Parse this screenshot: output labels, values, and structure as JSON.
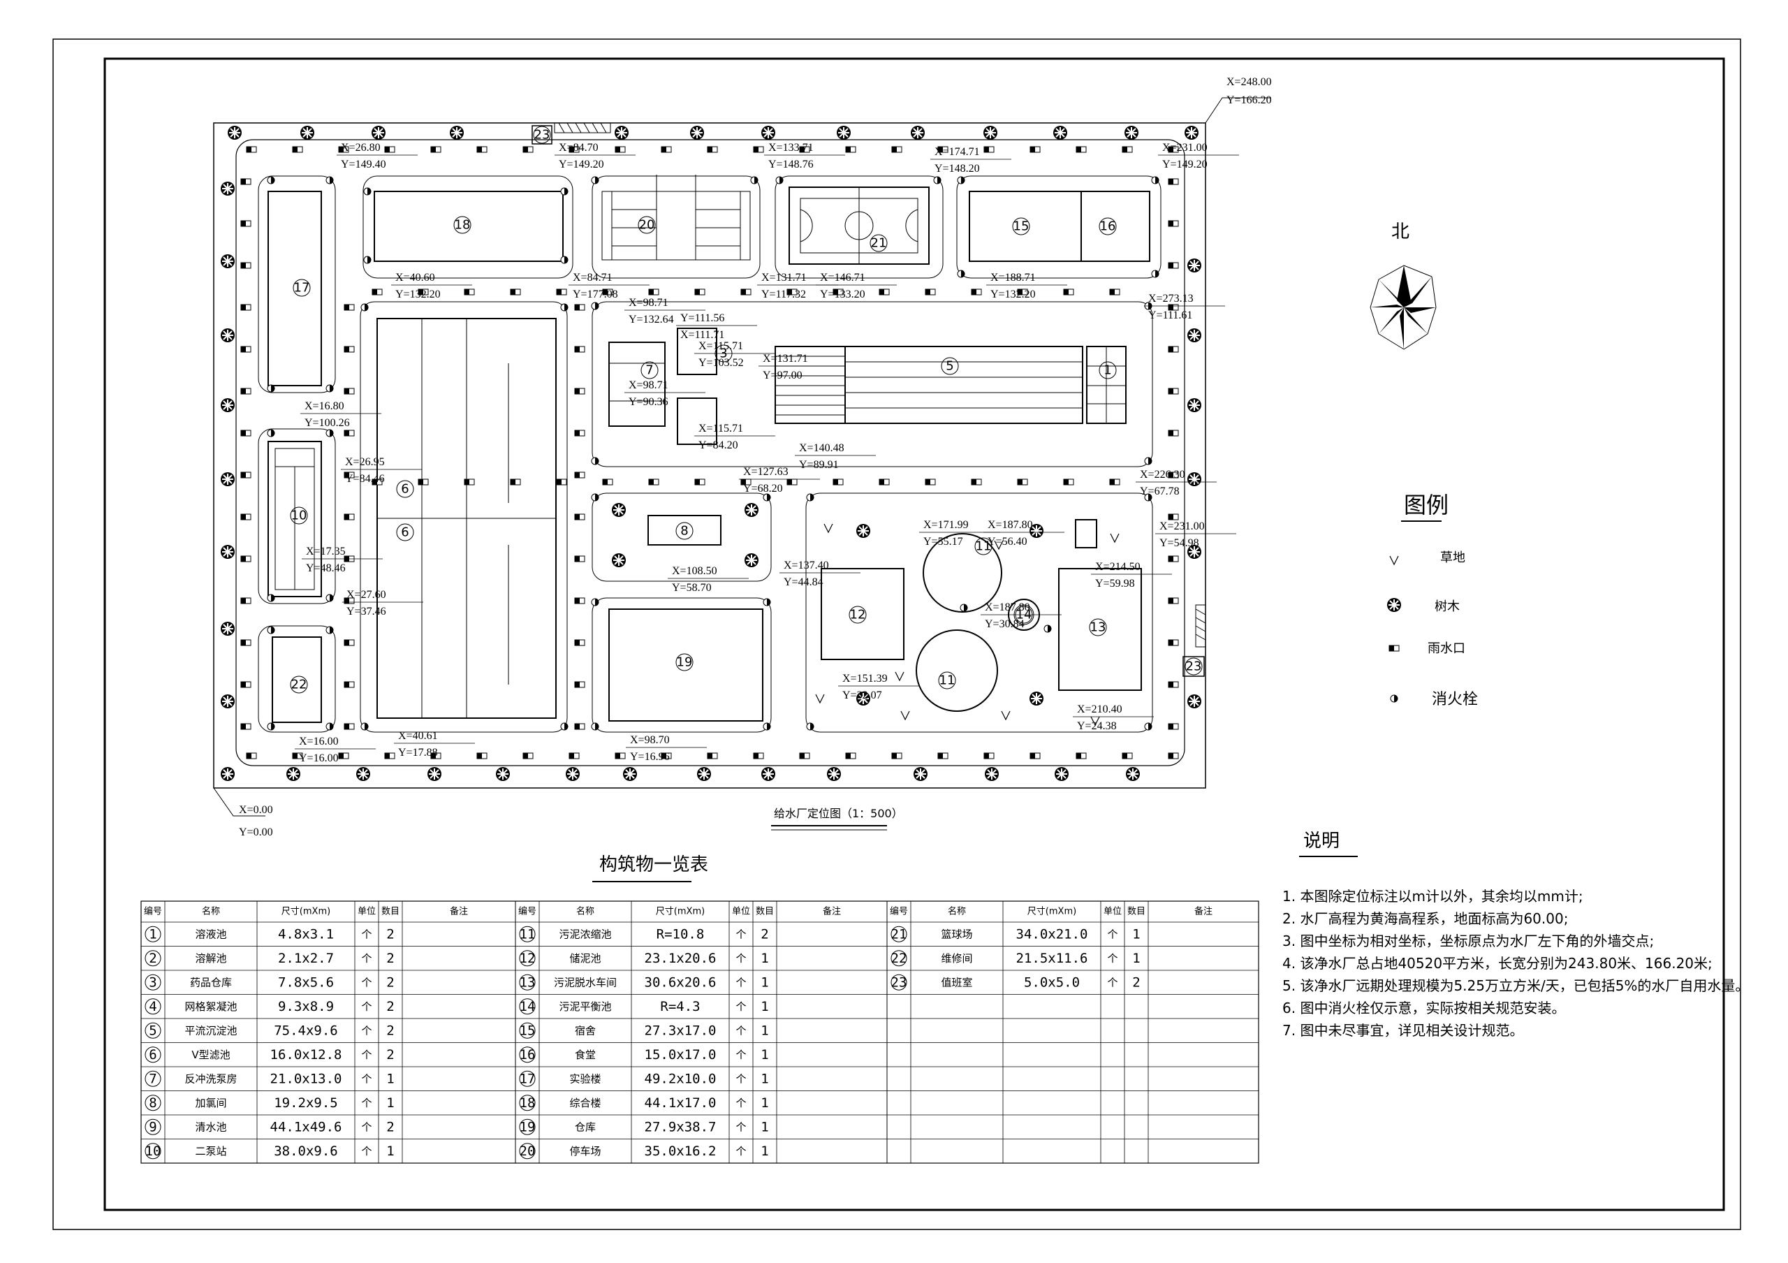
{
  "drawing": {
    "title": "给水厂定位图（1：500）",
    "north_label": "北",
    "corner_top_right": [
      "X=248.00",
      "Y=166.20"
    ],
    "origin": [
      "X=0.00",
      "Y=0.00"
    ]
  },
  "coord_labels": [
    {
      "id": "c18",
      "x": "X=26.80",
      "y": "Y=149.40"
    },
    {
      "id": "c20a",
      "x": "X=84.70",
      "y": "Y=149.20"
    },
    {
      "id": "c20b",
      "x": "X=133.71",
      "y": "Y=148.76"
    },
    {
      "id": "c21",
      "x": "X=174.71",
      "y": "Y=148.20"
    },
    {
      "id": "c15",
      "x": "X=231.00",
      "y": "Y=149.20"
    },
    {
      "id": "c18b",
      "x": "X=40.60",
      "y": "Y=132.20"
    },
    {
      "id": "c20c",
      "x": "X=84.71",
      "y": "Y=177.08"
    },
    {
      "id": "c20d",
      "x": "X=98.71",
      "y": "Y=132.64"
    },
    {
      "id": "c20e",
      "x": "X=131.71",
      "y": "Y=117.32"
    },
    {
      "id": "c21b",
      "x": "X=146.71",
      "y": "Y=133.20"
    },
    {
      "id": "c15b",
      "x": "X=188.71",
      "y": "Y=132.20"
    },
    {
      "id": "c5a",
      "x": "X=273.13",
      "y": "Y=111.61"
    },
    {
      "id": "c7a",
      "x": "Y=111.56",
      "y": "X=111.71"
    },
    {
      "id": "c3",
      "x": "X=115.71",
      "y": "Y=103.52"
    },
    {
      "id": "c7",
      "x": "X=98.71",
      "y": "Y=90.36"
    },
    {
      "id": "c5b",
      "x": "X=131.71",
      "y": "Y=97.00"
    },
    {
      "id": "c9",
      "x": "X=115.71",
      "y": "Y=84.20"
    },
    {
      "id": "c17",
      "x": "X=16.80",
      "y": "Y=100.26"
    },
    {
      "id": "c10",
      "x": "X=26.95",
      "y": "Y=84.46"
    },
    {
      "id": "c5c",
      "x": "X=140.48",
      "y": "Y=89.91"
    },
    {
      "id": "c8a",
      "x": "X=127.63",
      "y": "Y=68.20"
    },
    {
      "id": "c13a",
      "x": "X=226.30",
      "y": "Y=67.78"
    },
    {
      "id": "c11a",
      "x": "X=171.99",
      "y": "Y=55.17"
    },
    {
      "id": "c11b",
      "x": "X=187.80",
      "y": "Y=56.40"
    },
    {
      "id": "c13b",
      "x": "X=231.00",
      "y": "Y=54.98"
    },
    {
      "id": "c13c",
      "x": "X=214.50",
      "y": "Y=59.98"
    },
    {
      "id": "c10b",
      "x": "X=17.35",
      "y": "Y=48.46"
    },
    {
      "id": "c8b",
      "x": "X=108.50",
      "y": "Y=58.70"
    },
    {
      "id": "c12a",
      "x": "X=137.40",
      "y": "Y=44.84"
    },
    {
      "id": "c6",
      "x": "X=27.60",
      "y": "Y=37.46"
    },
    {
      "id": "c11c",
      "x": "X=187.80",
      "y": "Y=30.84"
    },
    {
      "id": "c12b",
      "x": "X=151.39",
      "y": "Y=32.07"
    },
    {
      "id": "c13d",
      "x": "X=210.40",
      "y": "Y=24.38"
    },
    {
      "id": "c22",
      "x": "X=16.00",
      "y": "Y=16.00"
    },
    {
      "id": "c6b",
      "x": "X=40.61",
      "y": "Y=17.88"
    },
    {
      "id": "c19",
      "x": "X=98.70",
      "y": "Y=16.96"
    }
  ],
  "legend": {
    "title": "图例",
    "items": [
      "草地",
      "树木",
      "雨水口",
      "消火栓"
    ]
  },
  "notes": {
    "title": "说明",
    "items": [
      "1.  本图除定位标注以m计以外，其余均以mm计;",
      "2.  水厂高程为黄海高程系，地面标高为60.00;",
      "3.  图中坐标为相对坐标，坐标原点为水厂左下角的外墙交点;",
      "4.  该净水厂总占地40520平方米，长宽分别为243.80米、166.20米;",
      "5.  该净水厂远期处理规模为5.25万立方米/天，已包括5%的水厂自用水量。",
      "6.  图中消火栓仅示意，实际按相关规范安装。",
      "7.  图中未尽事宜，详见相关设计规范。"
    ]
  },
  "table": {
    "title": "构筑物一览表",
    "headers": [
      "编号",
      "名称",
      "尺寸(mXm)",
      "单位",
      "数目",
      "备注"
    ],
    "rows": [
      [
        "1",
        "溶液池",
        "4.8x3.1",
        "个",
        "2",
        "",
        "11",
        "污泥浓缩池",
        "R=10.8",
        "个",
        "2",
        "",
        "21",
        "篮球场",
        "34.0x21.0",
        "个",
        "1",
        ""
      ],
      [
        "2",
        "溶解池",
        "2.1x2.7",
        "个",
        "2",
        "",
        "12",
        "储泥池",
        "23.1x20.6",
        "个",
        "1",
        "",
        "22",
        "维修间",
        "21.5x11.6",
        "个",
        "1",
        ""
      ],
      [
        "3",
        "药品仓库",
        "7.8x5.6",
        "个",
        "2",
        "",
        "13",
        "污泥脱水车间",
        "30.6x20.6",
        "个",
        "1",
        "",
        "23",
        "值班室",
        "5.0x5.0",
        "个",
        "2",
        ""
      ],
      [
        "4",
        "网格絮凝池",
        "9.3x8.9",
        "个",
        "2",
        "",
        "14",
        "污泥平衡池",
        "R=4.3",
        "个",
        "1",
        "",
        "",
        "",
        "",
        "",
        "",
        ""
      ],
      [
        "5",
        "平流沉淀池",
        "75.4x9.6",
        "个",
        "2",
        "",
        "15",
        "宿舍",
        "27.3x17.0",
        "个",
        "1",
        "",
        "",
        "",
        "",
        "",
        "",
        ""
      ],
      [
        "6",
        "V型滤池",
        "16.0x12.8",
        "个",
        "2",
        "",
        "16",
        "食堂",
        "15.0x17.0",
        "个",
        "1",
        "",
        "",
        "",
        "",
        "",
        "",
        ""
      ],
      [
        "7",
        "反冲洗泵房",
        "21.0x13.0",
        "个",
        "1",
        "",
        "17",
        "实验楼",
        "49.2x10.0",
        "个",
        "1",
        "",
        "",
        "",
        "",
        "",
        "",
        ""
      ],
      [
        "8",
        "加氯间",
        "19.2x9.5",
        "个",
        "1",
        "",
        "18",
        "综合楼",
        "44.1x17.0",
        "个",
        "1",
        "",
        "",
        "",
        "",
        "",
        "",
        ""
      ],
      [
        "9",
        "清水池",
        "44.1x49.6",
        "个",
        "2",
        "",
        "19",
        "仓库",
        "27.9x38.7",
        "个",
        "1",
        "",
        "",
        "",
        "",
        "",
        "",
        ""
      ],
      [
        "10",
        "二泵站",
        "38.0x9.6",
        "个",
        "1",
        "",
        "20",
        "停车场",
        "35.0x16.2",
        "个",
        "1",
        "",
        "",
        "",
        "",
        "",
        "",
        ""
      ]
    ]
  }
}
